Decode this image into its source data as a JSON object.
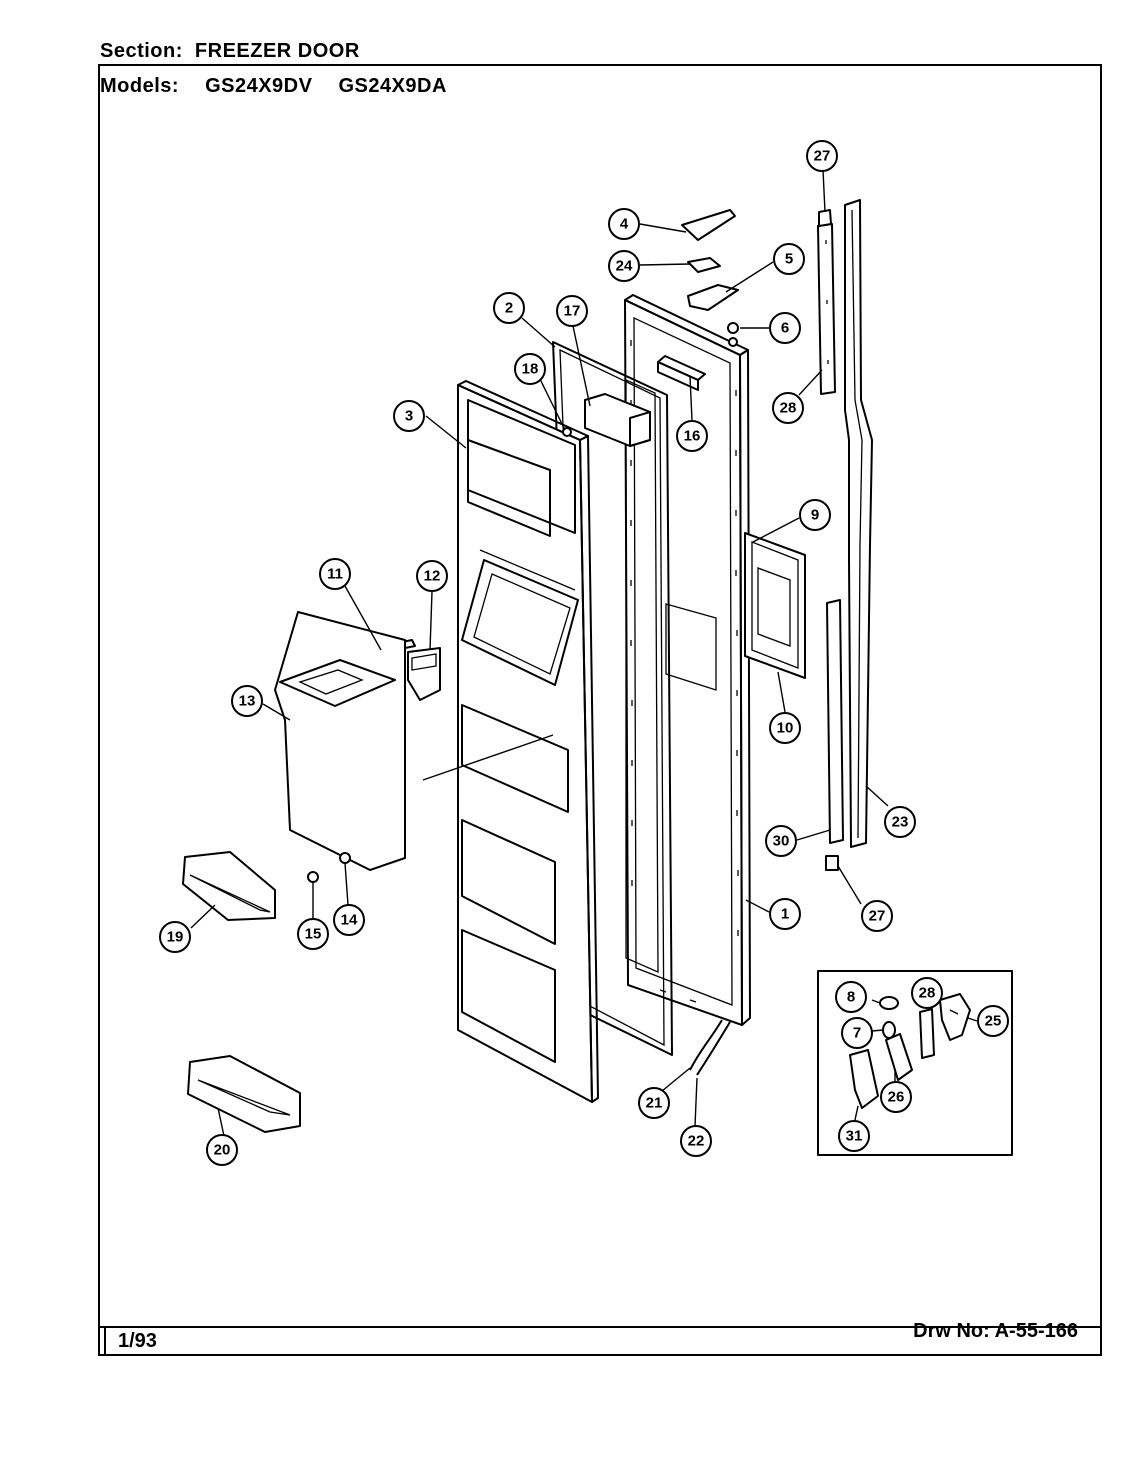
{
  "header": {
    "section_label": "Section:",
    "section_value": "FREEZER DOOR",
    "models_label": "Models:",
    "models": [
      "GS24X9DV",
      "GS24X9DA"
    ]
  },
  "footer": {
    "date_code": "1/93",
    "drawing_number": "Drw No: A-55-166"
  },
  "callouts": [
    "27",
    "4",
    "24",
    "5",
    "6",
    "2",
    "17",
    "18",
    "3",
    "16",
    "28",
    "9",
    "11",
    "12",
    "13",
    "10",
    "23",
    "30",
    "1",
    "27",
    "19",
    "15",
    "14",
    "8",
    "28",
    "25",
    "7",
    "26",
    "31",
    "21",
    "22",
    "20"
  ]
}
